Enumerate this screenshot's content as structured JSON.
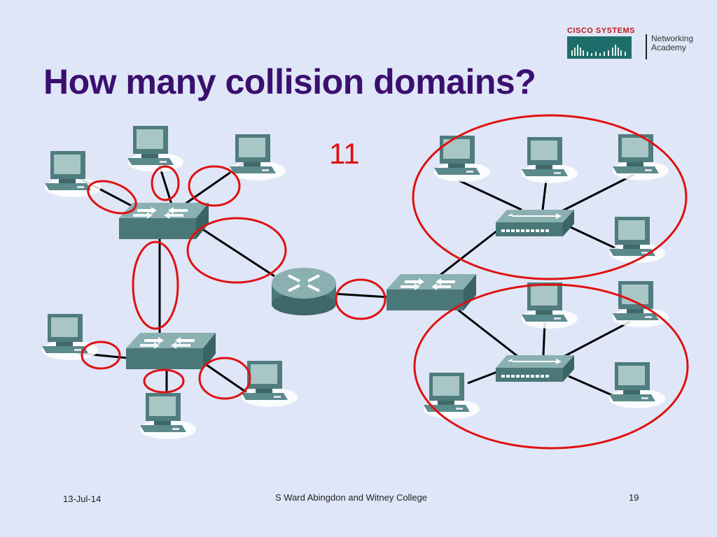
{
  "slide": {
    "title": "How many collision domains?",
    "answer": "11",
    "footer": {
      "date": "13-Jul-14",
      "center": "S Ward  Abingdon and Witney College",
      "page": "19"
    }
  },
  "logo": {
    "brand": "CISCO SYSTEMS",
    "academy_line1": "Networking",
    "academy_line2": "Academy"
  },
  "colors": {
    "title": "#3a0f6e",
    "highlight": "#e01010",
    "background": "#dfe6f7",
    "device": "#4f7c7d"
  }
}
